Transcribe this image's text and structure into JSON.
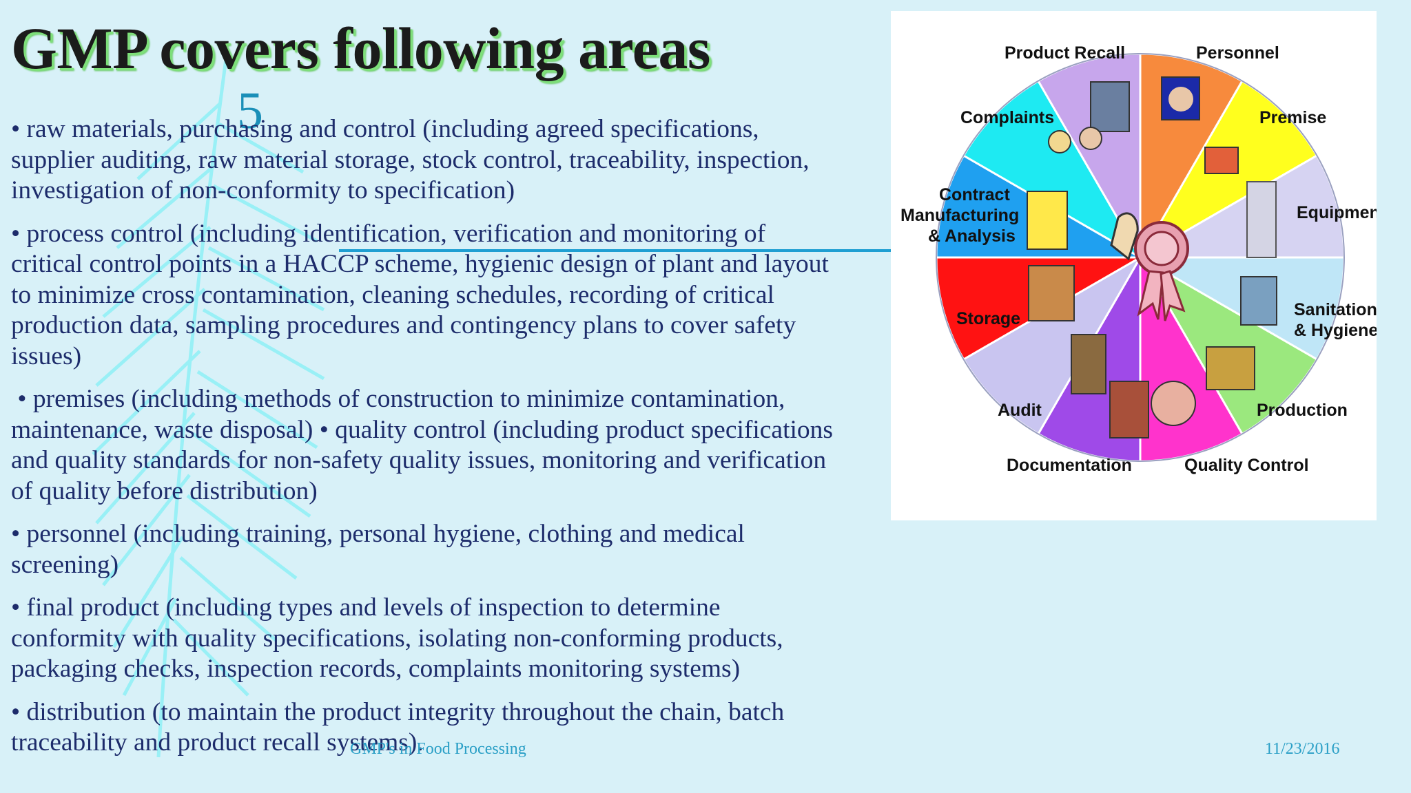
{
  "slide": {
    "title": "GMP covers following areas",
    "slide_number": "5",
    "bullets": [
      {
        "lines": [
          "• raw materials, purchasing and control (including agreed specifications,",
          "supplier auditing, raw material storage, stock control, traceability, inspection,",
          "investigation of non-conformity to specification)"
        ]
      },
      {
        "lines": [
          "• process control (including identification, verification and monitoring of",
          "critical control points in a HACCP scheme, hygienic design of plant and layout",
          "to minimize  cross contamination, cleaning schedules, recording of critical",
          "production data, sampling procedures and contingency plans to cover safety",
          "issues)"
        ]
      },
      {
        "lines": [
          " • premises (including methods of construction to minimize contamination,",
          "maintenance, waste disposal) • quality control (including product specifications",
          "and quality standards for non-safety quality issues, monitoring and verification",
          "of quality before distribution)"
        ]
      },
      {
        "lines": [
          "• personnel (including training, personal hygiene, clothing and medical",
          "screening)"
        ]
      },
      {
        "lines": [
          "• final product (including types and levels of inspection to determine",
          "conformity with quality specifications, isolating non-conforming products,",
          "packaging checks, inspection records, complaints monitoring systems)"
        ]
      },
      {
        "lines": [
          "• distribution (to maintain the product integrity throughout the chain, batch",
          "traceability and product recall systems)."
        ]
      }
    ],
    "footer_center": "GMP's in Food Processing",
    "footer_date": "11/23/2016"
  },
  "diagram": {
    "labels": {
      "product_recall": "Product Recall",
      "personnel": "Personnel",
      "complaints": "Complaints",
      "premise": "Premise",
      "contract_1": "Contract",
      "contract_2": "Manufacturing",
      "contract_3": "& Analysis",
      "equipment": "Equipment",
      "storage": "Storage",
      "sanitation_1": "Sanitation",
      "sanitation_2": "& Hygiene",
      "audit": "Audit",
      "production": "Production",
      "documentation": "Documentation",
      "quality_control": "Quality Control"
    },
    "segment_colors": [
      "#f78a3d",
      "#ffff1e",
      "#d6d3f2",
      "#bfe6f7",
      "#9be87e",
      "#ff33cc",
      "#9f4ae8",
      "#c9c5f0",
      "#ff1212",
      "#1fa0f0",
      "#1eeaf2",
      "#c7a6ec"
    ]
  }
}
